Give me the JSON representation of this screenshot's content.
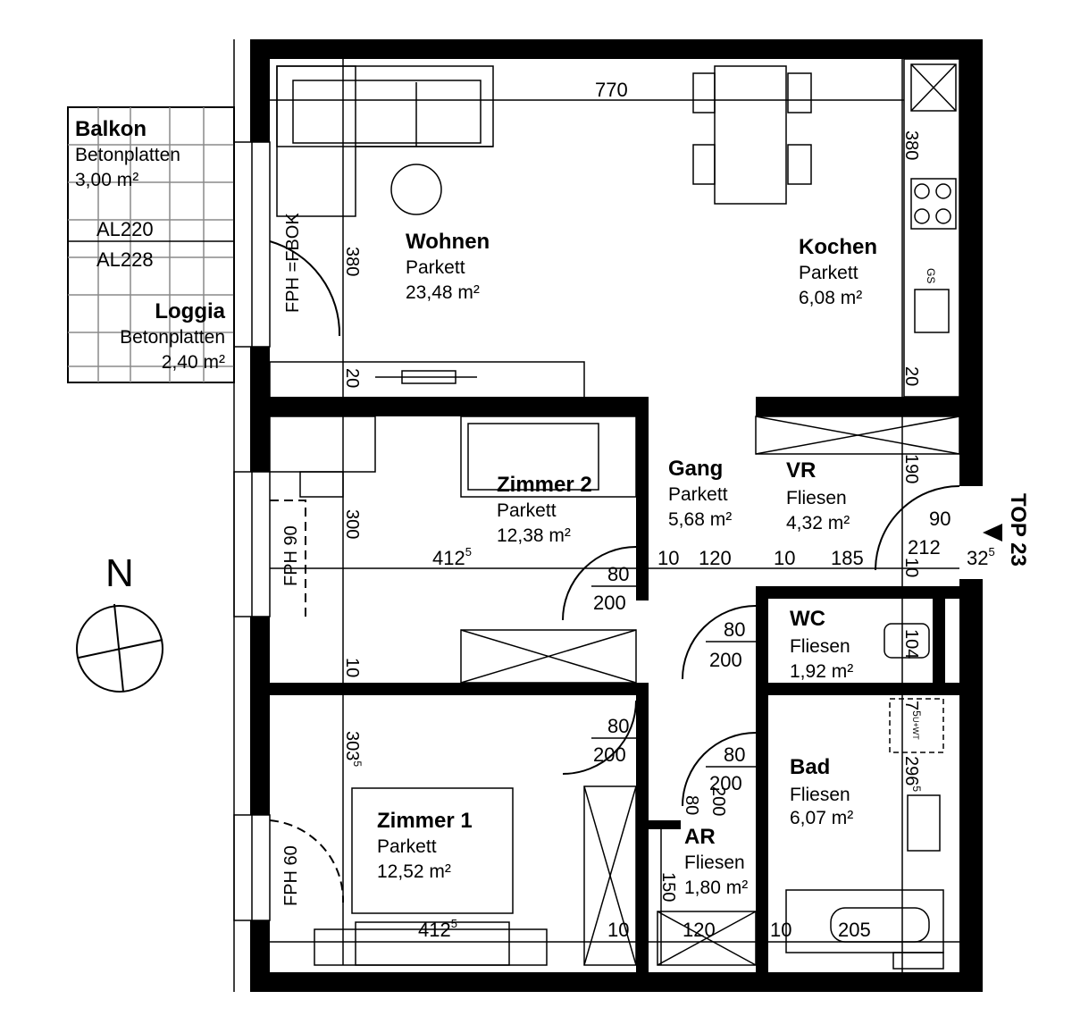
{
  "rooms": {
    "wohnen": {
      "name": "Wohnen",
      "floor": "Parkett",
      "area": "23,48 m²"
    },
    "kochen": {
      "name": "Kochen",
      "floor": "Parkett",
      "area": "6,08 m²"
    },
    "zimmer2": {
      "name": "Zimmer 2",
      "floor": "Parkett",
      "area": "12,38 m²"
    },
    "gang": {
      "name": "Gang",
      "floor": "Parkett",
      "area": "5,68 m²"
    },
    "vr": {
      "name": "VR",
      "floor": "Fliesen",
      "area": "4,32 m²"
    },
    "wc": {
      "name": "WC",
      "floor": "Fliesen",
      "area": "1,92 m²"
    },
    "bad": {
      "name": "Bad",
      "floor": "Fliesen",
      "area": "6,07 m²"
    },
    "zimmer1": {
      "name": "Zimmer 1",
      "floor": "Parkett",
      "area": "12,52 m²"
    },
    "ar": {
      "name": "AR",
      "floor": "Fliesen",
      "area": "1,80 m²"
    },
    "balkon": {
      "name": "Balkon",
      "floor": "Betonplatten",
      "area": "3,00 m²"
    },
    "loggia": {
      "name": "Loggia",
      "floor": "Betonplatten",
      "area": "2,40 m²"
    }
  },
  "labels": {
    "al220": "AL220",
    "al228": "AL228",
    "fph_fbok": "FPH =FBOK",
    "fph90": "FPH 90",
    "fph60": "FPH 60",
    "top": "TOP 23",
    "north": "N",
    "gs": "GS",
    "uwt": "U+WT"
  },
  "dimensions": {
    "d770": "770",
    "d380_left": "380",
    "d380_right": "380",
    "d20_left": "20",
    "d20_right": "20",
    "d300": "300",
    "d10_left": "10",
    "d303": "303",
    "d303_sup": "5",
    "d190": "190",
    "d412_top": "412",
    "d412_top_sup": "5",
    "d412_bottom": "412",
    "d412_bottom_sup": "5",
    "d10_a": "10",
    "d120_a": "120",
    "d10_b": "10",
    "d185": "185",
    "d90": "90",
    "d212": "212",
    "d10_c": "10",
    "d32": "32",
    "d32_sup": "5",
    "d104": "104",
    "d7": "7",
    "d7_sup": "5",
    "d296": "296",
    "d296_sup": "5",
    "d150": "150",
    "d120_b": "120",
    "d10_d": "10",
    "d10_e": "10",
    "d205": "205"
  },
  "doors": {
    "z2_w": "80",
    "z2_h": "200",
    "wc_w": "80",
    "wc_h": "200",
    "z1_w": "80",
    "z1_h": "200",
    "bad_w": "80",
    "bad_h": "200",
    "ar_w": "80",
    "ar_h": "200"
  }
}
